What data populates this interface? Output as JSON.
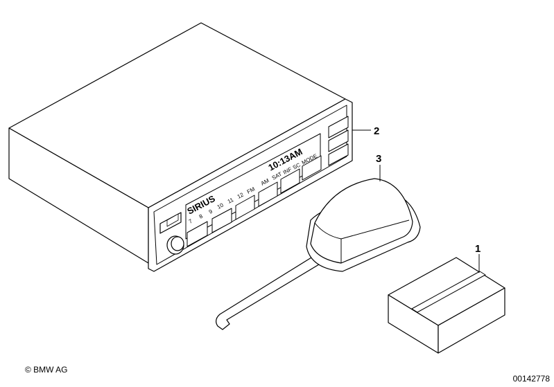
{
  "callouts": {
    "one": "1",
    "two": "2",
    "three": "3"
  },
  "display": {
    "brand": "SIRIUS",
    "time": "10:13AM",
    "presets": [
      "7",
      "8",
      "9",
      "10",
      "11",
      "12",
      "FM"
    ],
    "modes": [
      "AM",
      "SAT",
      "INF",
      "SC",
      "MODE"
    ]
  },
  "footer": {
    "copyright": "© BMW AG",
    "diagram_id": "00142778"
  }
}
